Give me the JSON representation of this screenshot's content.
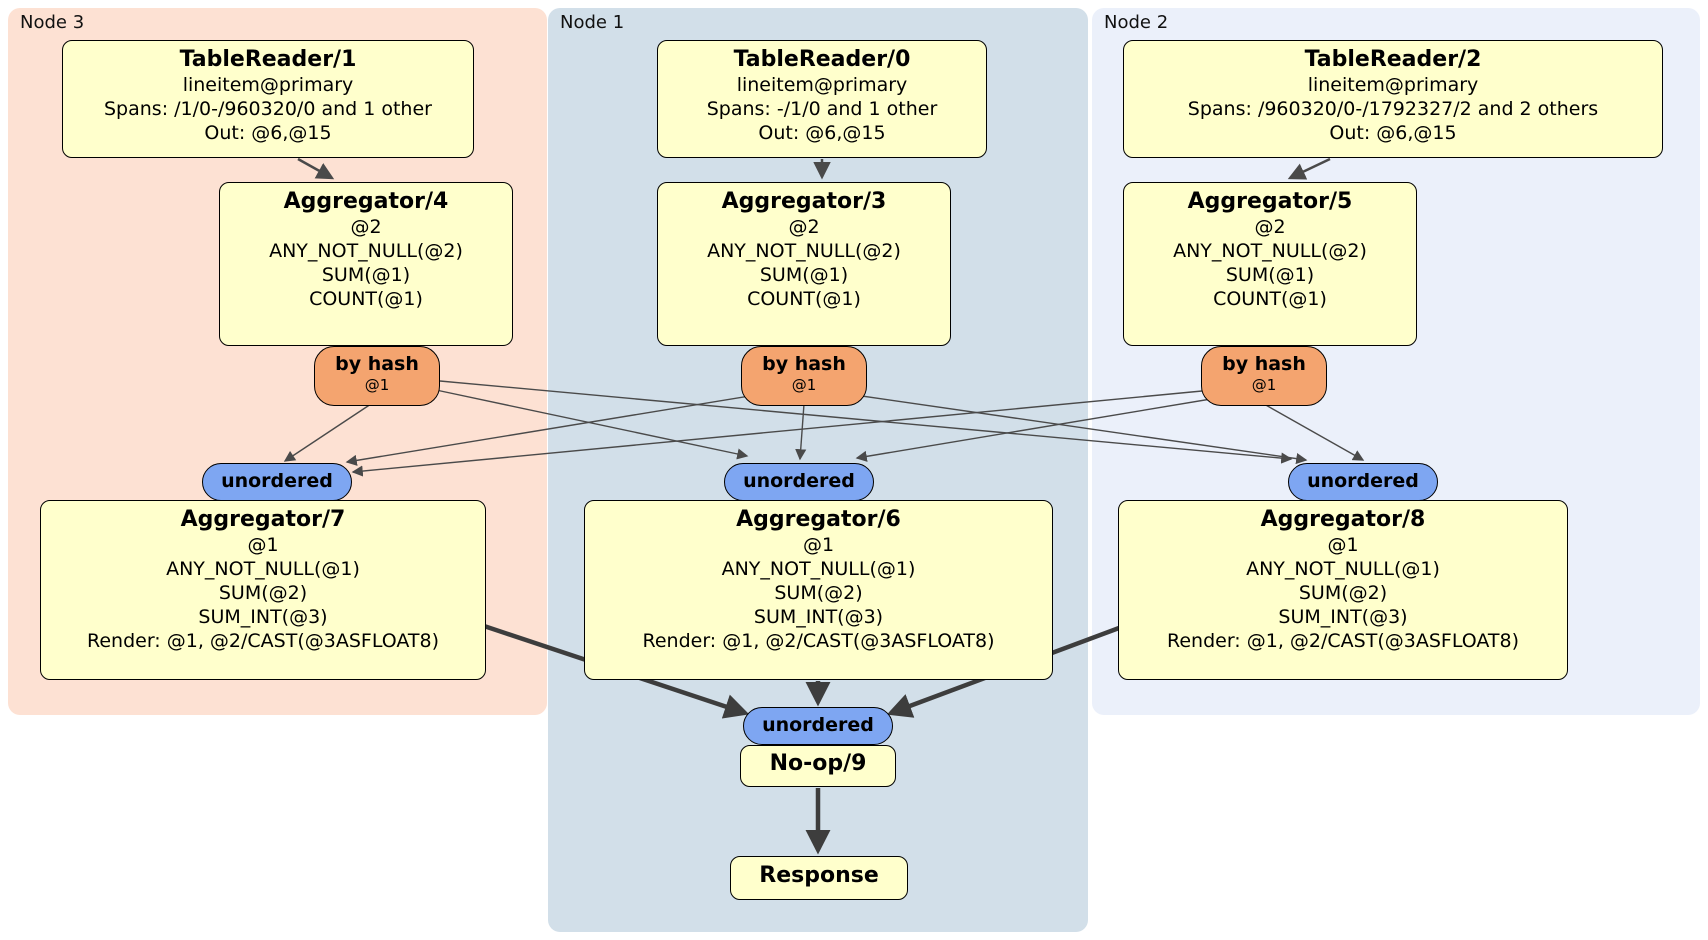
{
  "regions": {
    "node3": {
      "label": "Node 3"
    },
    "node1": {
      "label": "Node 1"
    },
    "node2": {
      "label": "Node 2"
    }
  },
  "processors": {
    "tr1": {
      "title": "TableReader/1",
      "lines": [
        "lineitem@primary",
        "Spans: /1/0-/960320/0 and 1 other",
        "Out: @6,@15"
      ]
    },
    "tr0": {
      "title": "TableReader/0",
      "lines": [
        "lineitem@primary",
        "Spans: -/1/0 and 1 other",
        "Out: @6,@15"
      ]
    },
    "tr2": {
      "title": "TableReader/2",
      "lines": [
        "lineitem@primary",
        "Spans: /960320/0-/1792327/2 and 2 others",
        "Out: @6,@15"
      ]
    },
    "agg4": {
      "title": "Aggregator/4",
      "lines": [
        "@2",
        "ANY_NOT_NULL(@2)",
        "SUM(@1)",
        "COUNT(@1)"
      ]
    },
    "agg3": {
      "title": "Aggregator/3",
      "lines": [
        "@2",
        "ANY_NOT_NULL(@2)",
        "SUM(@1)",
        "COUNT(@1)"
      ]
    },
    "agg5": {
      "title": "Aggregator/5",
      "lines": [
        "@2",
        "ANY_NOT_NULL(@2)",
        "SUM(@1)",
        "COUNT(@1)"
      ]
    },
    "agg7": {
      "title": "Aggregator/7",
      "lines": [
        "@1",
        "ANY_NOT_NULL(@1)",
        "SUM(@2)",
        "SUM_INT(@3)",
        "Render: @1, @2/CAST(@3ASFLOAT8)"
      ]
    },
    "agg6": {
      "title": "Aggregator/6",
      "lines": [
        "@1",
        "ANY_NOT_NULL(@1)",
        "SUM(@2)",
        "SUM_INT(@3)",
        "Render: @1, @2/CAST(@3ASFLOAT8)"
      ]
    },
    "agg8": {
      "title": "Aggregator/8",
      "lines": [
        "@1",
        "ANY_NOT_NULL(@1)",
        "SUM(@2)",
        "SUM_INT(@3)",
        "Render: @1, @2/CAST(@3ASFLOAT8)"
      ]
    },
    "noop9": {
      "title": "No-op/9"
    },
    "response": {
      "title": "Response"
    }
  },
  "router": {
    "label": "by hash",
    "sub": "@1"
  },
  "stream": {
    "label": "unordered"
  },
  "colors": {
    "node3_bg": "#fde1d3",
    "node1_bg": "#d2dfe9",
    "node2_bg": "#ebf0fa",
    "box_bg": "#ffffcc",
    "router_bg": "#f4a46f",
    "stream_bg": "#7ea6f2",
    "edge": "#4a4a4a"
  }
}
